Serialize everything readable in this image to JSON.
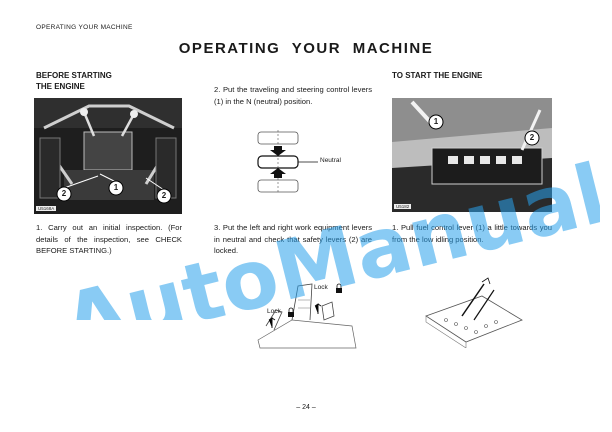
{
  "running_header": "OPERATING YOUR MACHINE",
  "page_title": "OPERATING YOUR MACHINE",
  "left_column": {
    "heading_line1": "BEFORE STARTING",
    "heading_line2": "THE ENGINE",
    "figure_code": "U5168A",
    "callouts": [
      "1",
      "2",
      "2"
    ],
    "step1": "1. Carry out an initial inspection. (For details of the inspection, see CHECK BEFORE STARTING.)"
  },
  "middle_column": {
    "step2": "2. Put the traveling and steering control levers (1) in the N (neutral) position.",
    "neutral_label": "Neutral",
    "step3": "3. Put the left and right work equipment levers in neutral and check that safety levers (2) are locked.",
    "lock_label_left": "Lock",
    "lock_label_right": "Lock"
  },
  "right_column": {
    "heading": "TO START THE ENGINE",
    "figure_code": "U5182",
    "callouts": [
      "1",
      "2"
    ],
    "step1": "1. Pull fuel control lever (1) a little towards you from the low idling position."
  },
  "page_number": "– 24 –",
  "watermark": "AutoManual"
}
